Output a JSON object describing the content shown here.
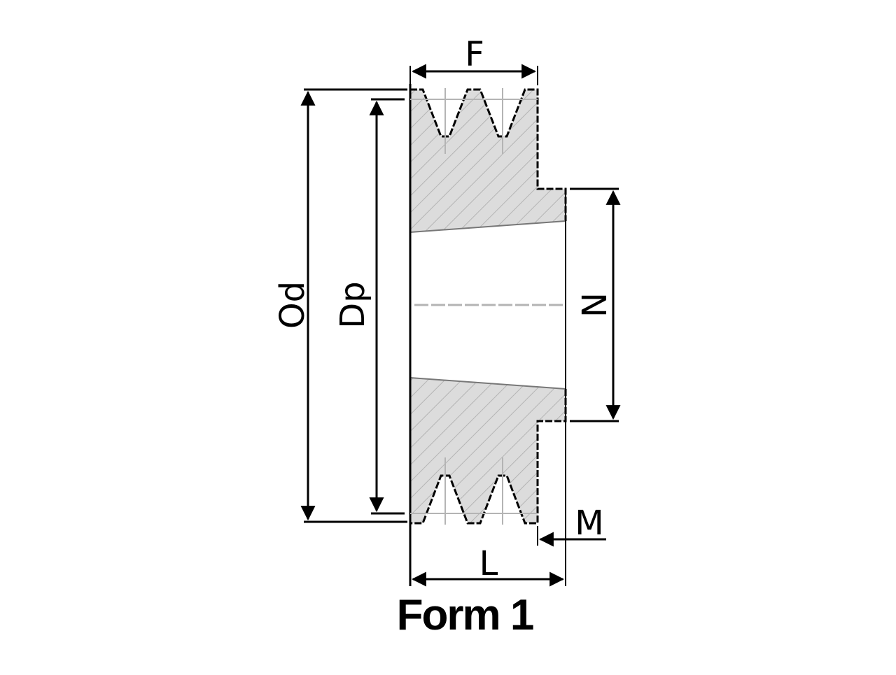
{
  "diagram": {
    "caption": "Form 1",
    "labels": {
      "f": "F",
      "od": "Od",
      "dp": "Dp",
      "n": "N",
      "m": "M",
      "l": "L"
    },
    "colors": {
      "line": "#000000",
      "hatch": "#b4b4b4",
      "fill": "#dcdcdc",
      "background": "#ffffff"
    }
  }
}
